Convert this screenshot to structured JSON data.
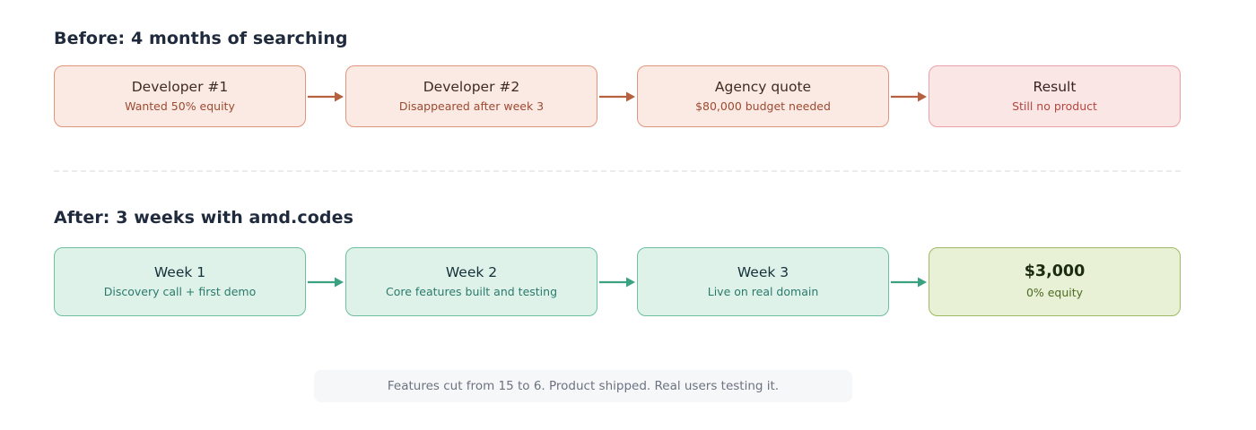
{
  "before": {
    "title": "Before: 4 months of searching",
    "accent": "#c2613f",
    "steps": [
      {
        "title": "Developer #1",
        "sub": "Wanted 50% equity"
      },
      {
        "title": "Developer #2",
        "sub": "Disappeared after week 3"
      },
      {
        "title": "Agency quote",
        "sub": "$80,000 budget needed"
      },
      {
        "title": "Result",
        "sub": "Still no product"
      }
    ]
  },
  "after": {
    "title": "After: 3 weeks with amd.codes",
    "accent": "#3aa181",
    "steps": [
      {
        "title": "Week 1",
        "sub": "Discovery call + first demo"
      },
      {
        "title": "Week 2",
        "sub": "Core features built and testing"
      },
      {
        "title": "Week 3",
        "sub": "Live on real domain"
      },
      {
        "title": "$3,000",
        "sub": "0% equity"
      }
    ]
  },
  "footer": {
    "note": "Features cut from 15 to 6. Product shipped. Real users testing it."
  }
}
